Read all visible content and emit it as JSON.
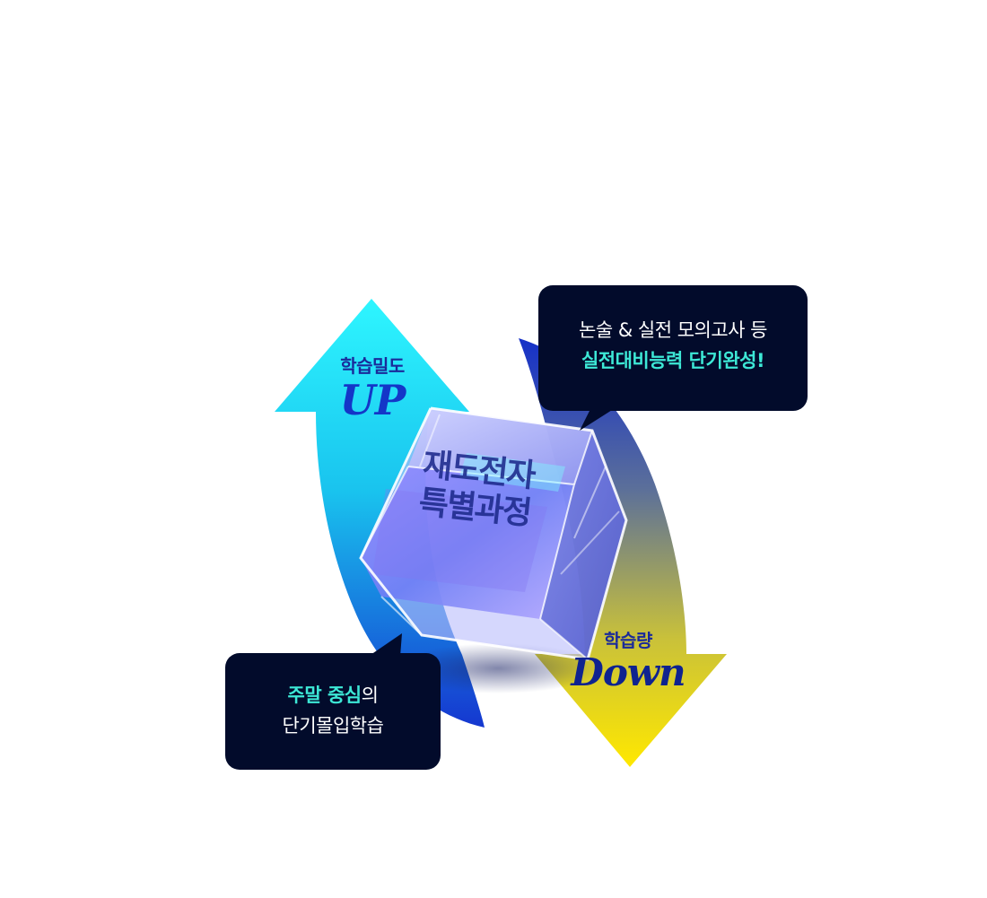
{
  "up_label": {
    "small": "학습밀도",
    "big": "UP"
  },
  "down_label": {
    "small": "학습량",
    "big": "Down"
  },
  "cube": {
    "line1": "재도전자",
    "line2": "특별과정"
  },
  "bubble_top": {
    "line1": "논술 & 실전 모의고사 등",
    "line2_highlight": "실전대비능력 단기완성!"
  },
  "bubble_bottom": {
    "line1_highlight": "주말 중심",
    "line1_rest": "의",
    "line2": "단기몰입학습"
  },
  "colors": {
    "up_arrow_top": "#2ef6ff",
    "up_arrow_bottom": "#1a3fd6",
    "down_arrow_top": "#1d3bd0",
    "down_arrow_bottom": "#ffe600",
    "bubble_bg": "#020b2b",
    "highlight": "#3de8d6"
  }
}
